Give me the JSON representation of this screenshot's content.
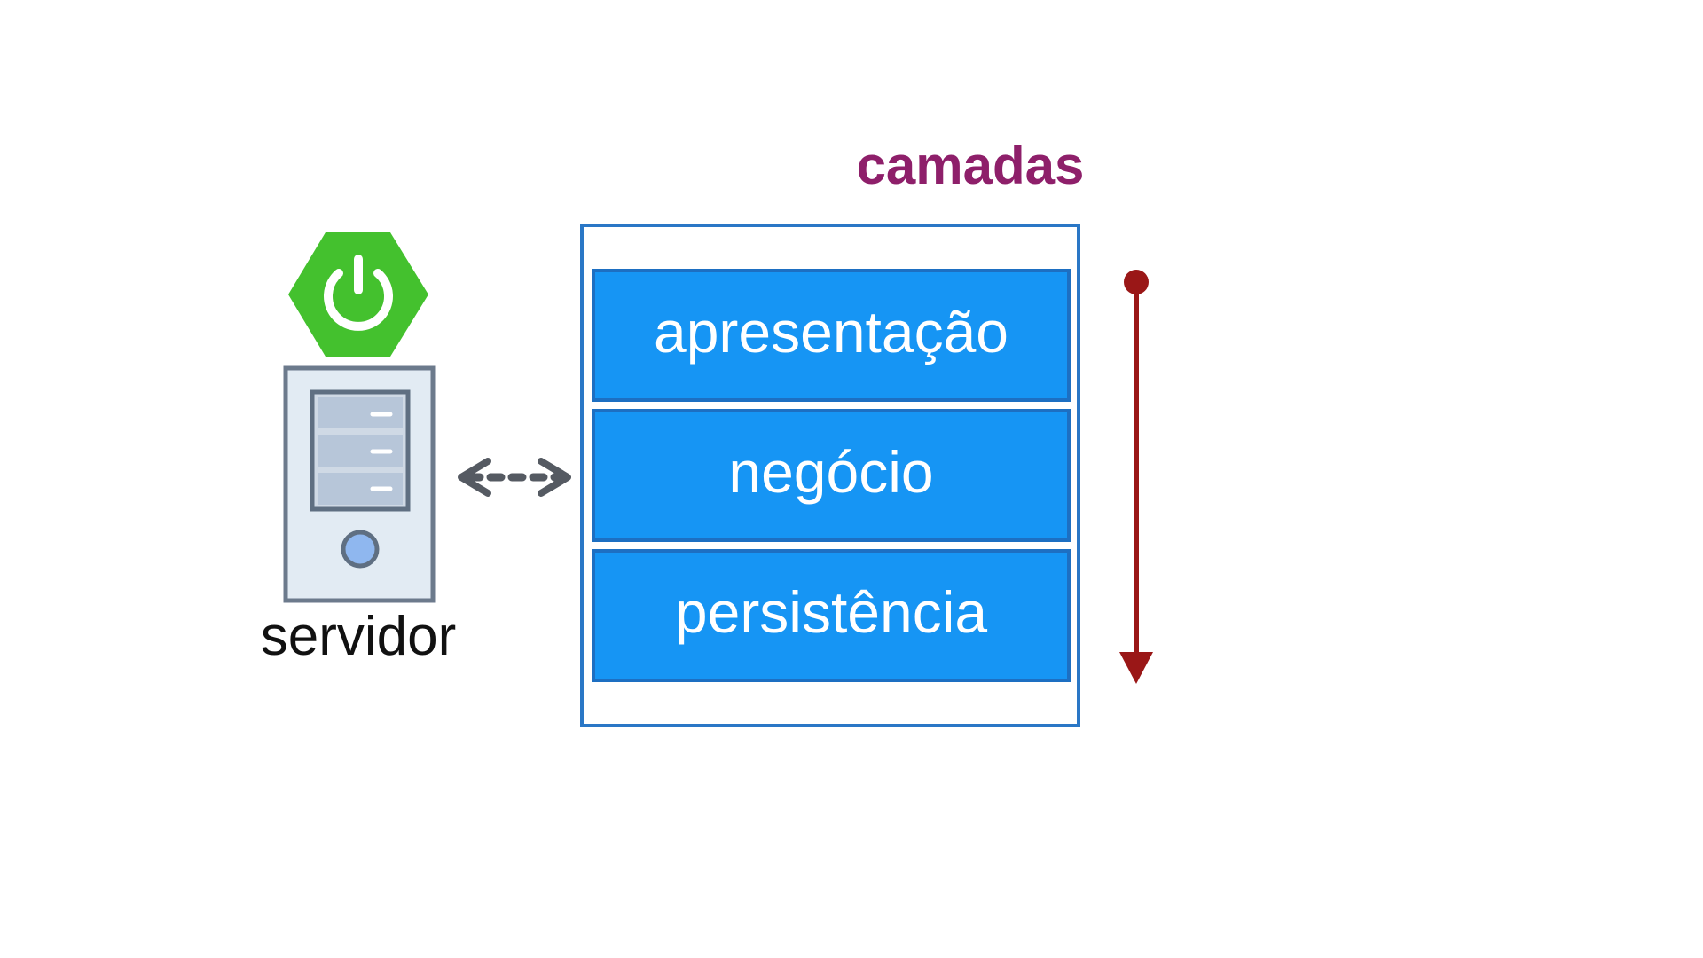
{
  "title": "camadas",
  "server": {
    "label": "servidor",
    "logo_icon": "spring-power-icon",
    "icon": "server-tower-icon"
  },
  "connector": {
    "icon": "dashed-bidirectional-arrow-icon"
  },
  "layers": [
    {
      "label": "apresentação"
    },
    {
      "label": "negócio"
    },
    {
      "label": "persistência"
    }
  ],
  "flow_arrow": {
    "icon": "down-arrow-icon"
  },
  "colors": {
    "title": "#8e1f6a",
    "layer_fill": "#1695f4",
    "layer_border": "#1d6fc2",
    "container_border": "#2a77c6",
    "spring_green": "#44c12e",
    "server_body": "#e2ebf3",
    "server_frame": "#6c7a8c",
    "drive_fill": "#b7c6d9",
    "drive_frame": "#5f6f82",
    "server_button": "#8fb7ef",
    "connector": "#555a62",
    "flow_arrow": "#9a1717",
    "text_dark": "#111111",
    "text_light": "#ffffff"
  }
}
